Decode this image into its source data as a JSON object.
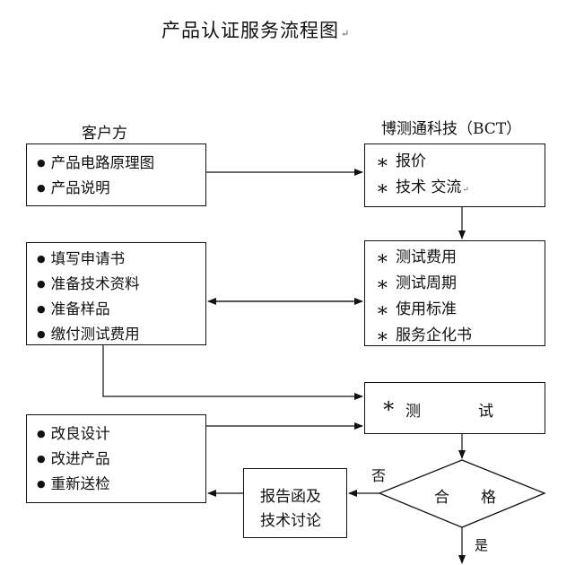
{
  "title": "产品认证服务流程图",
  "title_mark": "↵",
  "headers": {
    "client": "客户方",
    "provider": "博测通科技（BCT）"
  },
  "box1": {
    "items": [
      "产品电路原理图",
      "产品说明"
    ]
  },
  "box2": {
    "items": [
      "报价",
      "技术 交流"
    ],
    "mark": "↵"
  },
  "box3": {
    "items": [
      "填写申请书",
      "准备技术资料",
      "准备样品",
      "缴付测试费用"
    ]
  },
  "box4": {
    "items": [
      "测试费用",
      "测试周期",
      "使用标准",
      "服务企化书"
    ]
  },
  "box5": {
    "items": [
      "改良设计",
      "改进产品",
      "重新送检"
    ]
  },
  "test_box": {
    "star": "∗",
    "label1": "测",
    "label2": "试"
  },
  "decision": {
    "label1": "合",
    "label2": "格"
  },
  "report_box": {
    "line1": "报告函及",
    "line2": "技术讨论"
  },
  "edge_labels": {
    "no": "否",
    "yes": "是"
  }
}
